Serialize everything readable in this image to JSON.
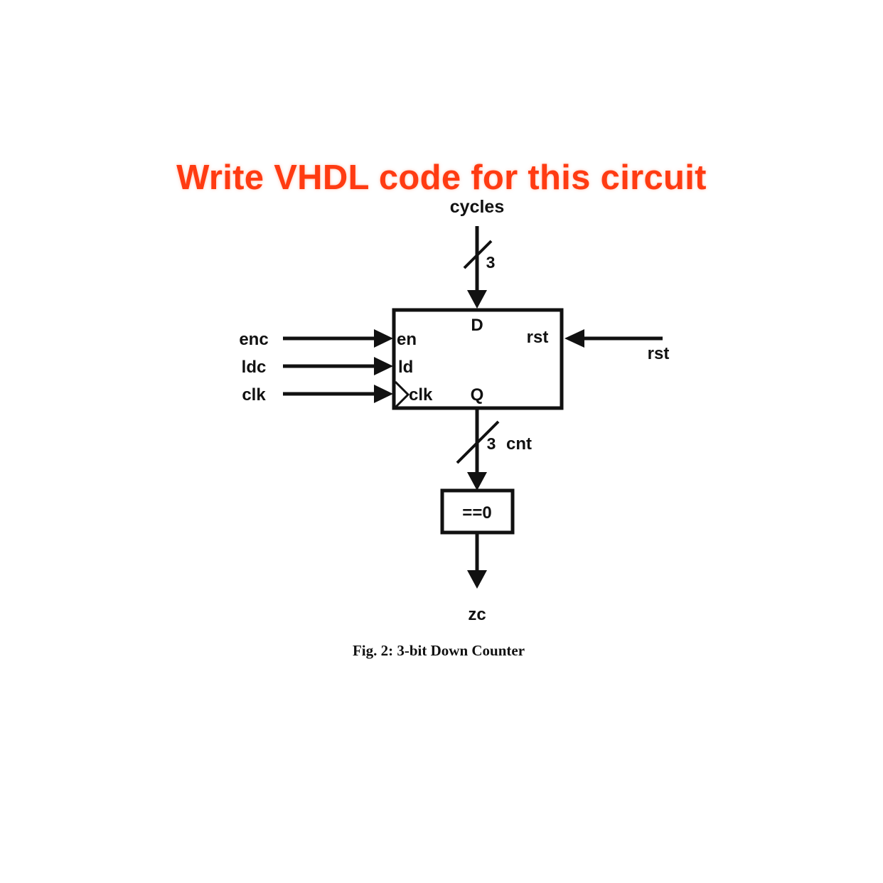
{
  "heading": "Write VHDL code for this circuit",
  "colors": {
    "heading": "#ff3b12",
    "wire": "#111111"
  },
  "inputs": {
    "cycles": "cycles",
    "enc": "enc",
    "ldc": "ldc",
    "clk": "clk",
    "rst": "rst"
  },
  "counter": {
    "port_d": "D",
    "port_en": "en",
    "port_ld": "ld",
    "port_clk": "clk",
    "port_q": "Q",
    "port_rst": "rst"
  },
  "bus_width_in": "3",
  "bus_width_out": "3",
  "bus_out_name": "cnt",
  "comparator": "==0",
  "output": "zc",
  "caption": "Fig. 2: 3-bit Down Counter"
}
